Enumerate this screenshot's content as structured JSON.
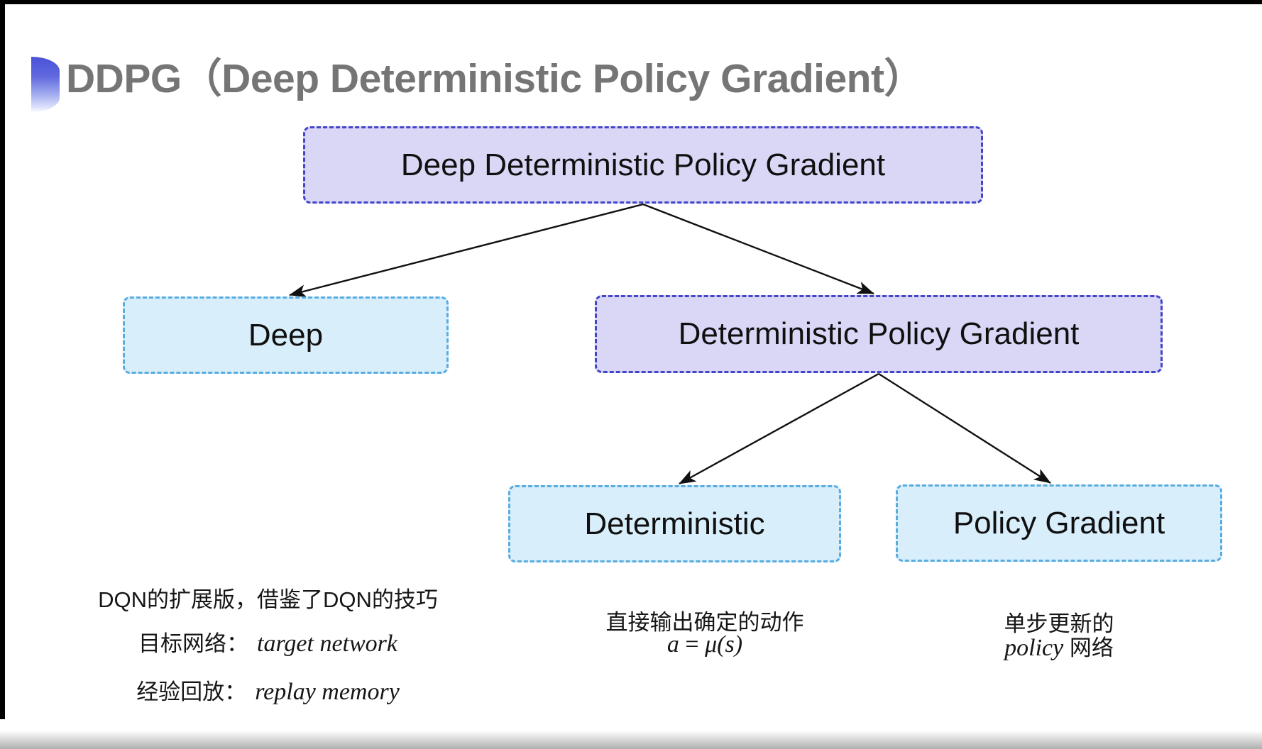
{
  "slide": {
    "title": "DDPG（Deep Deterministic Policy Gradient）"
  },
  "tree": {
    "root": {
      "label": "Deep Deterministic Policy Gradient"
    },
    "deep": {
      "label": "Deep"
    },
    "dpg": {
      "label": "Deterministic Policy Gradient"
    },
    "deterministic": {
      "label": "Deterministic"
    },
    "policy_gradient": {
      "label": "Policy Gradient"
    }
  },
  "notes": {
    "deep": {
      "line1": "DQN的扩展版，借鉴了DQN的技巧",
      "target_label": "目标网络：",
      "target_value": "target network",
      "replay_label": "经验回放：",
      "replay_value": "replay memory"
    },
    "deterministic": {
      "line1": "直接输出确定的动作",
      "formula_lhs": "a",
      "formula_eq": " = ",
      "formula_rhs": "μ(s)"
    },
    "policy_gradient": {
      "line1": "单步更新的",
      "line2_italic": "policy",
      "line2_rest": " 网络"
    }
  },
  "colors": {
    "purple_fill": "#dad7f6",
    "purple_border": "#4245c8",
    "cyan_fill": "#d9eefb",
    "cyan_border": "#58acdf",
    "title_gray": "#757575",
    "arrow_black": "#111111",
    "bullet_blue": "#4a52d8"
  },
  "icons": {
    "bullet": "half-circle-gradient-bullet"
  }
}
